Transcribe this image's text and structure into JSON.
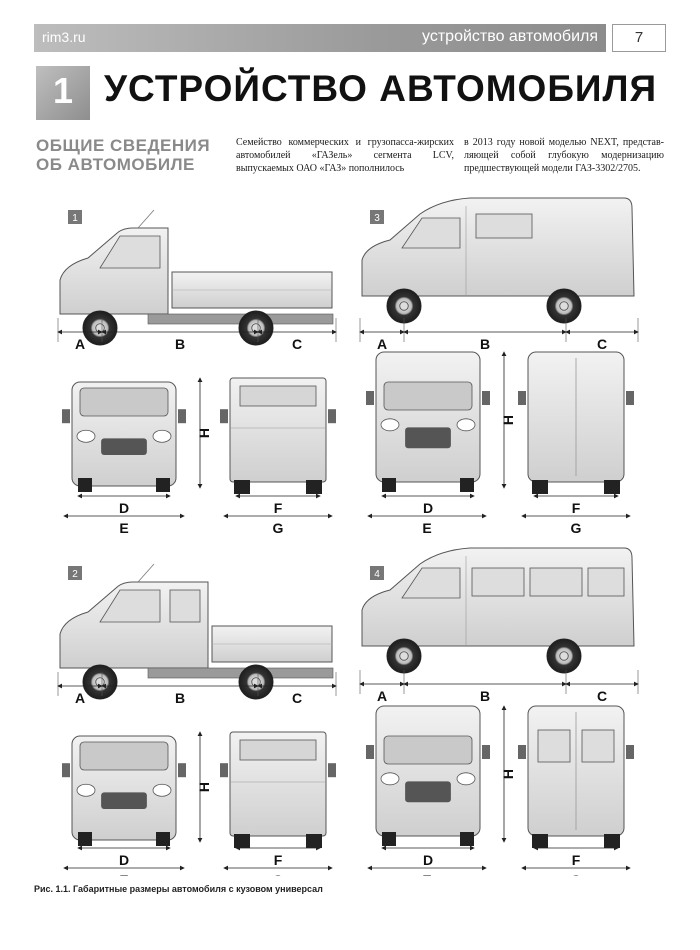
{
  "header": {
    "site": "rim3.ru",
    "section": "устройство автомобиля",
    "page": "7"
  },
  "chapter": {
    "number": "1",
    "title": "УСТРОЙСТВО АВТОМОБИЛЯ"
  },
  "intro": {
    "subheading": "ОБЩИЕ СВЕДЕНИЯ ОБ АВТОМОБИЛЕ",
    "col1": "Семейство коммерческих и грузопасса-жирских автомобилей «ГАЗель» сегмента LCV, выпускаемых ОАО «ГАЗ» пополнилось",
    "col2": "в 2013 году новой моделью NEXT, представ-ляющей собой глубокую модернизацию предшествующей модели ГАЗ-3302/2705."
  },
  "figure": {
    "variants": [
      "1",
      "2",
      "3",
      "4"
    ],
    "dims": {
      "A": "A",
      "B": "B",
      "C": "C",
      "D": "D",
      "E": "E",
      "F": "F",
      "G": "G",
      "H": "H"
    },
    "caption": "Рис. 1.1. Габаритные размеры автомобиля с кузовом универсал"
  },
  "colors": {
    "header_bar": "#9a9a9a",
    "vehicle_fill": "#e6e6e6",
    "vehicle_stroke": "#555555"
  }
}
